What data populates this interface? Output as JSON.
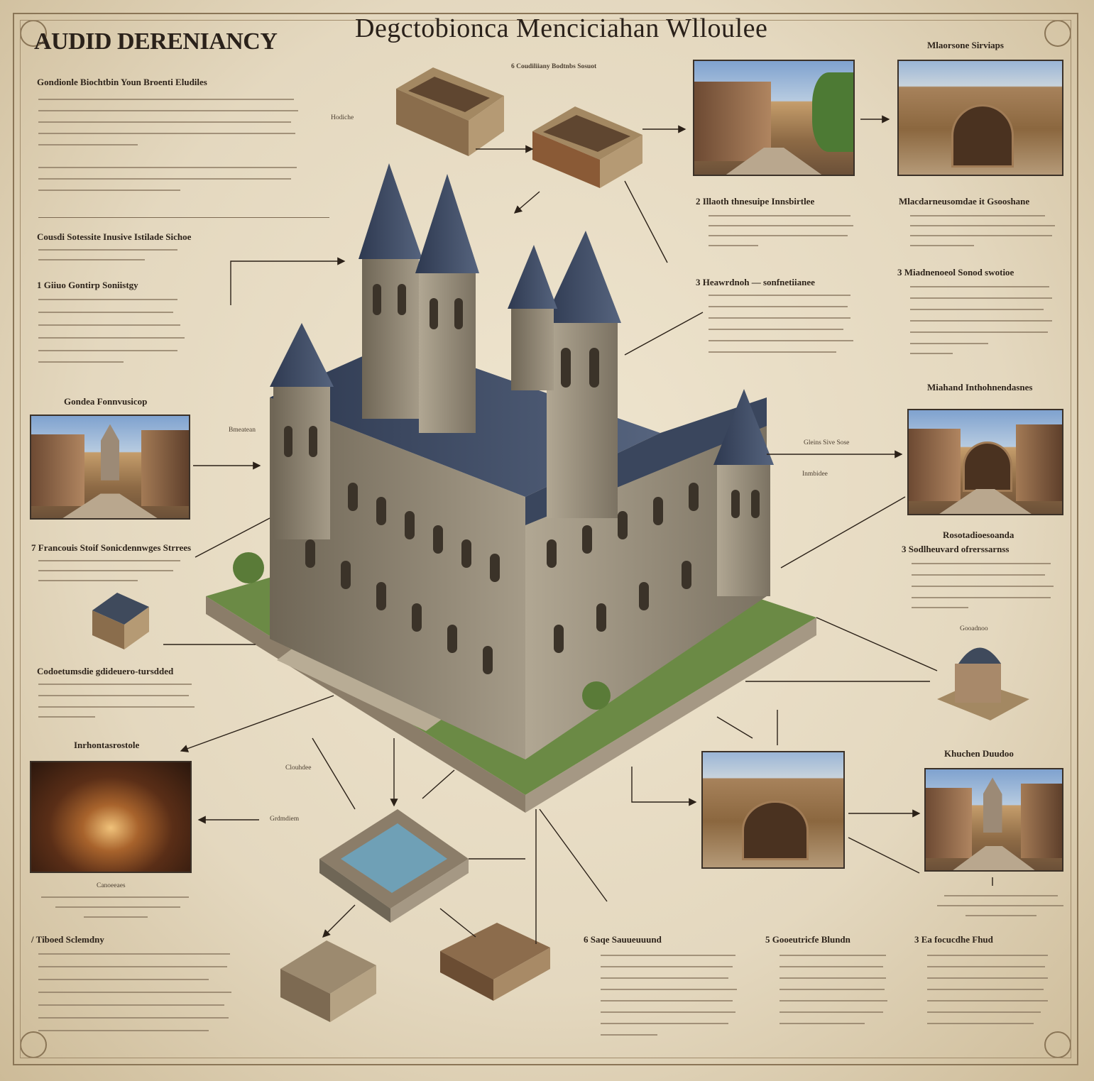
{
  "title": "Degctobionca Menciciahan Wlloulee",
  "side_title": "AUDID DERENIANCY",
  "left_column": {
    "heading_1": "Gondionle Biochtbin Youn Broenti Eludiles",
    "heading_2": "Cousdi Sotessite Inusive Istilade Sichoe",
    "heading_3": "1 Giiuo Gontirp Soniistgy",
    "section_label_1": "Gondea Fonnvusicop",
    "section_label_2": "7 Francouis Stoif Sonicdennwges Strrees",
    "section_label_3": "Codoetumsdie gdideuero-tursdded",
    "section_label_4": "Inrhontasrostole",
    "section_label_5": "Canoeeaes",
    "section_label_6": "/ Tiboed Sclemdny"
  },
  "center_notes": {
    "top_caption": "6  Coudiliiany Bodtnbs Sosuot",
    "cluster_label": "Hodiche",
    "mid_label": "Gleins Sive Sose",
    "right_label": "Inmbidee",
    "left_label": "Bmeatean",
    "bottom_label_1": "Clouhdee",
    "bottom_label_2": "Grdmdiem"
  },
  "right_column": {
    "photo_label_1": "Mlaorsone Sirviaps",
    "heading_1": "2  Illaoth thnesuipe Innsbirtlee",
    "heading_2": "Mlacdarneusomdae it Gsooshane",
    "heading_3": "3  Heawrdnoh — sonfnetiianee",
    "heading_4": "3  Miadnenoeol Sonod swotioe",
    "photo_label_2": "Miahand Inthohnendasnes",
    "photo_label_3": "Rosotadioesoanda",
    "heading_5": "3  Sodlheuvard ofrerssarnss",
    "small_label": "Gooadnoo",
    "photo_label_4": "Khuchen Duudoo"
  },
  "bottom_row": {
    "heading_1": "6  Saqe Sauueuuund",
    "heading_2": "5  Gooeutricfe Blundn",
    "heading_3": "3  Ea focucdhe Fhud"
  },
  "colors": {
    "paper": "#e7dcc5",
    "ink": "#2b2118",
    "stone": "#8f8371",
    "roof": "#3e4b63",
    "grass": "#6b8a45"
  }
}
